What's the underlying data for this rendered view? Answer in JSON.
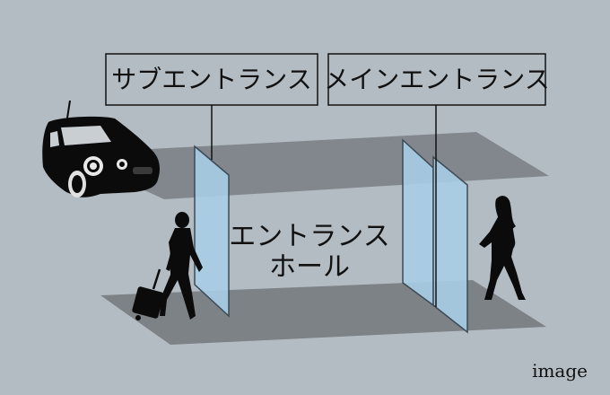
{
  "labels": {
    "sub_entrance": "サブエントランス",
    "main_entrance": "メインエントランス",
    "hall_line1": "エントランス",
    "hall_line2": "ホール",
    "image_note": "image"
  },
  "colors": {
    "background": "#b4bcc3",
    "ceiling": "#81878c",
    "floor": "#7d8287",
    "glass": "#a7cde6",
    "glass_edge": "#3c4a55",
    "silhouette": "#0b0b0b",
    "label_box_fill": "#b4bcc3",
    "label_box_border": "#111111"
  },
  "icons": [
    "car-silhouette-icon",
    "traveler-with-suitcase-icon",
    "walking-woman-icon"
  ]
}
